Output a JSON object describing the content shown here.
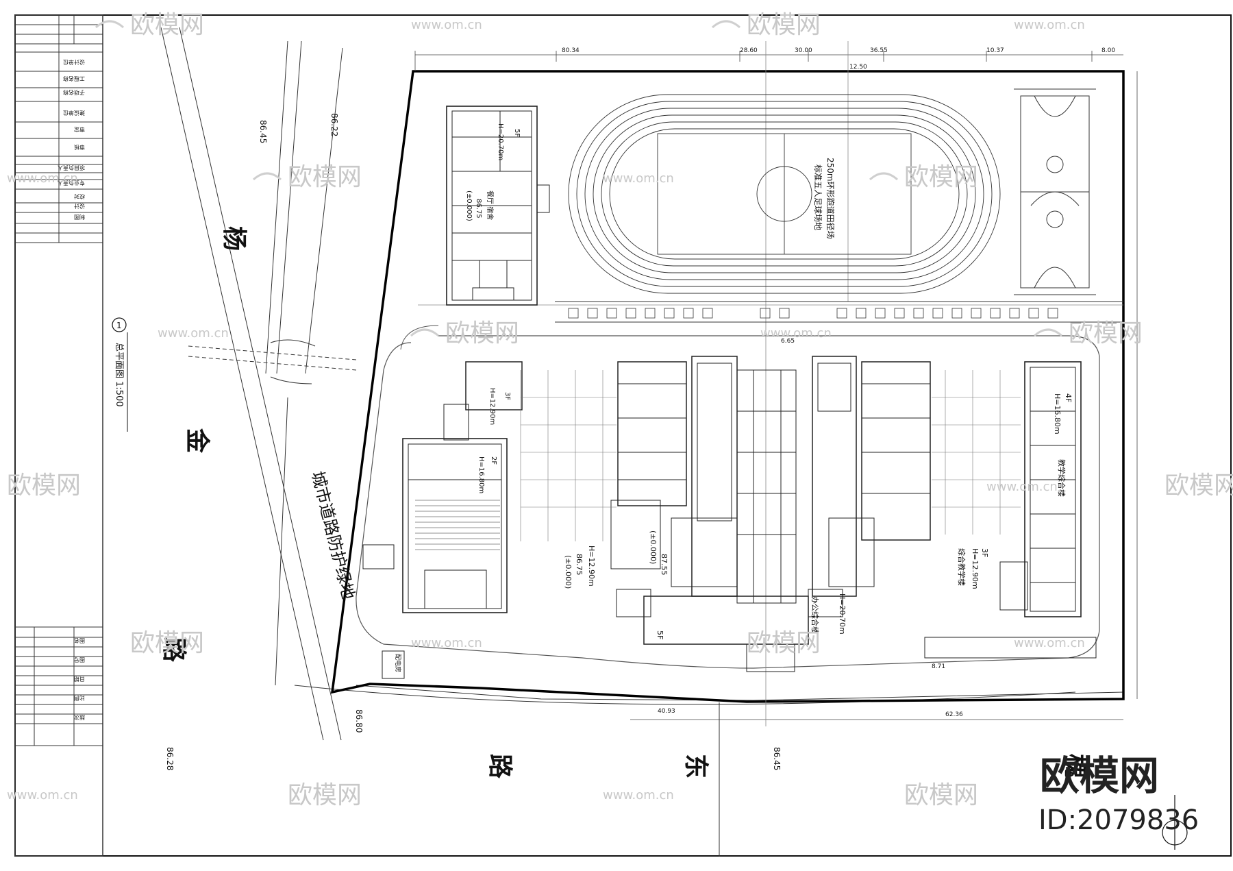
{
  "road_labels": {
    "yangjin": [
      "杨",
      "金",
      "路"
    ],
    "huaidong": [
      "槐",
      "东",
      "路"
    ],
    "green_belt": "城市道路防护绿地"
  },
  "elevations": [
    "86.45",
    "86.22",
    "86.80",
    "86.28",
    "86.45"
  ],
  "drawing_label": {
    "number": "1",
    "title": "总平面图 1:500"
  },
  "buildings": {
    "dining": {
      "floors": "5F",
      "height": "H=20.70m",
      "name": "餐厅 宿舍",
      "level": "86.75",
      "zero": "(±0.000)"
    },
    "track": {
      "title": "250m环形跑道田径场",
      "subtitle": "标准五人足球场地"
    },
    "hall": {
      "floors": "3F",
      "height": "H=12.90m",
      "floors2": "2F",
      "height2": "H=16.80m"
    },
    "teaching_west": {
      "height": "H=12.90m",
      "level": "86.75",
      "zero": "(±0.000)",
      "level2": "87.55",
      "zero2": "(±0.000)"
    },
    "office": {
      "floors": "5F",
      "name": "办公综合楼",
      "height": "H=20.70m"
    },
    "teaching_east": {
      "floors": "3F",
      "height": "H=12.90m",
      "name": "综合教学楼"
    },
    "complex": {
      "floors": "4F",
      "height": "H=16.80m",
      "name": "教学综合楼"
    },
    "power": "配电房"
  },
  "dimensions": [
    "80.34",
    "28.60",
    "30.00",
    "36.55",
    "10.37",
    "8.00",
    "12.50",
    "6.65",
    "8.71",
    "40.93",
    "62.36"
  ],
  "watermark": {
    "brand": "欧模网",
    "site": "www.om.cn",
    "id": "ID:2079836"
  },
  "title_block": {
    "rows": [
      "设计单位",
      "工程名称",
      "子项名称",
      "建设单位",
      "审定",
      "审核",
      "项目负责人",
      "专业负责人",
      "校对",
      "设计",
      "制图",
      "图名",
      "图号",
      "日期",
      "比例",
      "版次"
    ]
  }
}
